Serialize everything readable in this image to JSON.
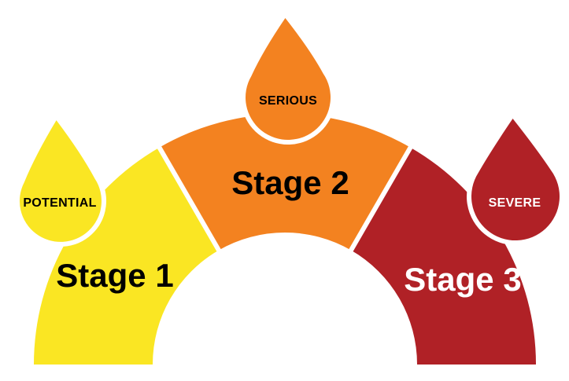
{
  "diagram": {
    "type": "three-stage-arch-infographic",
    "background_color": "#FFFFFF",
    "divider_color": "#FFFFFF",
    "stages": [
      {
        "label": "Stage 1",
        "marker_label": "POTENTIAL",
        "color": "#FAE623",
        "label_color": "#000000",
        "marker_label_color": "#000000"
      },
      {
        "label": "Stage 2",
        "marker_label": "SERIOUS",
        "color": "#F38220",
        "label_color": "#000000",
        "marker_label_color": "#000000"
      },
      {
        "label": "Stage 3",
        "marker_label": "SEVERE",
        "color": "#B02126",
        "label_color": "#FFFFFF",
        "marker_label_color": "#FFFFFF"
      }
    ]
  }
}
